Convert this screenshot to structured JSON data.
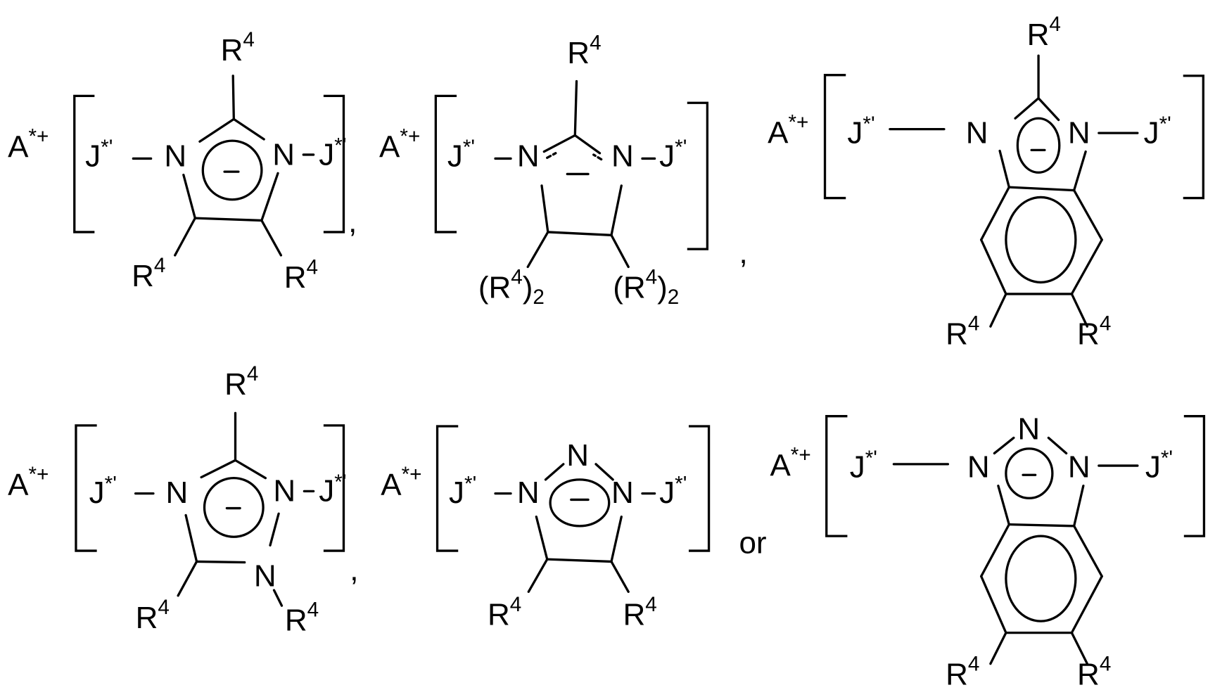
{
  "diagram": {
    "title": "Anionic heterocycle structures with A*+ counter-cation",
    "labels": {
      "cation": "A",
      "cation_sup": "*+",
      "J": "J",
      "J_sup": "*'",
      "N": "N",
      "R": "R",
      "R_sup": "4",
      "sub2": "2",
      "charge": "–",
      "comma": ",",
      "or": "or"
    },
    "structures": [
      {
        "id": "imidazolide",
        "ring": "5-membered, 2 N, aromatic anion",
        "substituents": [
          "R4 (C2)",
          "R4 (C4)",
          "R4 (C5)"
        ]
      },
      {
        "id": "imidazolinide",
        "ring": "5-membered, 2 N, delocalized N-C-N anion",
        "substituents": [
          "R4 (C2)",
          "(R4)2 (C4)",
          "(R4)2 (C5)"
        ]
      },
      {
        "id": "benzimidazolide",
        "ring": "benzo-fused 5-membered, 2 N",
        "substituents": [
          "R4 (C2)",
          "R4 (C5)",
          "R4 (C6)"
        ]
      },
      {
        "id": "1,2,4-triazolide",
        "ring": "5-membered, 3 N",
        "substituents": [
          "R4 (C3)",
          "R4 (C5)",
          "R4 (N)"
        ]
      },
      {
        "id": "1,2,3-triazolide",
        "ring": "5-membered, 3 N",
        "substituents": [
          "R4 (C4)",
          "R4 (C5)"
        ]
      },
      {
        "id": "benzotriazolide",
        "ring": "benzo-fused 5-membered, 3 N",
        "substituents": [
          "R4 (C5)",
          "R4 (C6)"
        ]
      }
    ]
  }
}
